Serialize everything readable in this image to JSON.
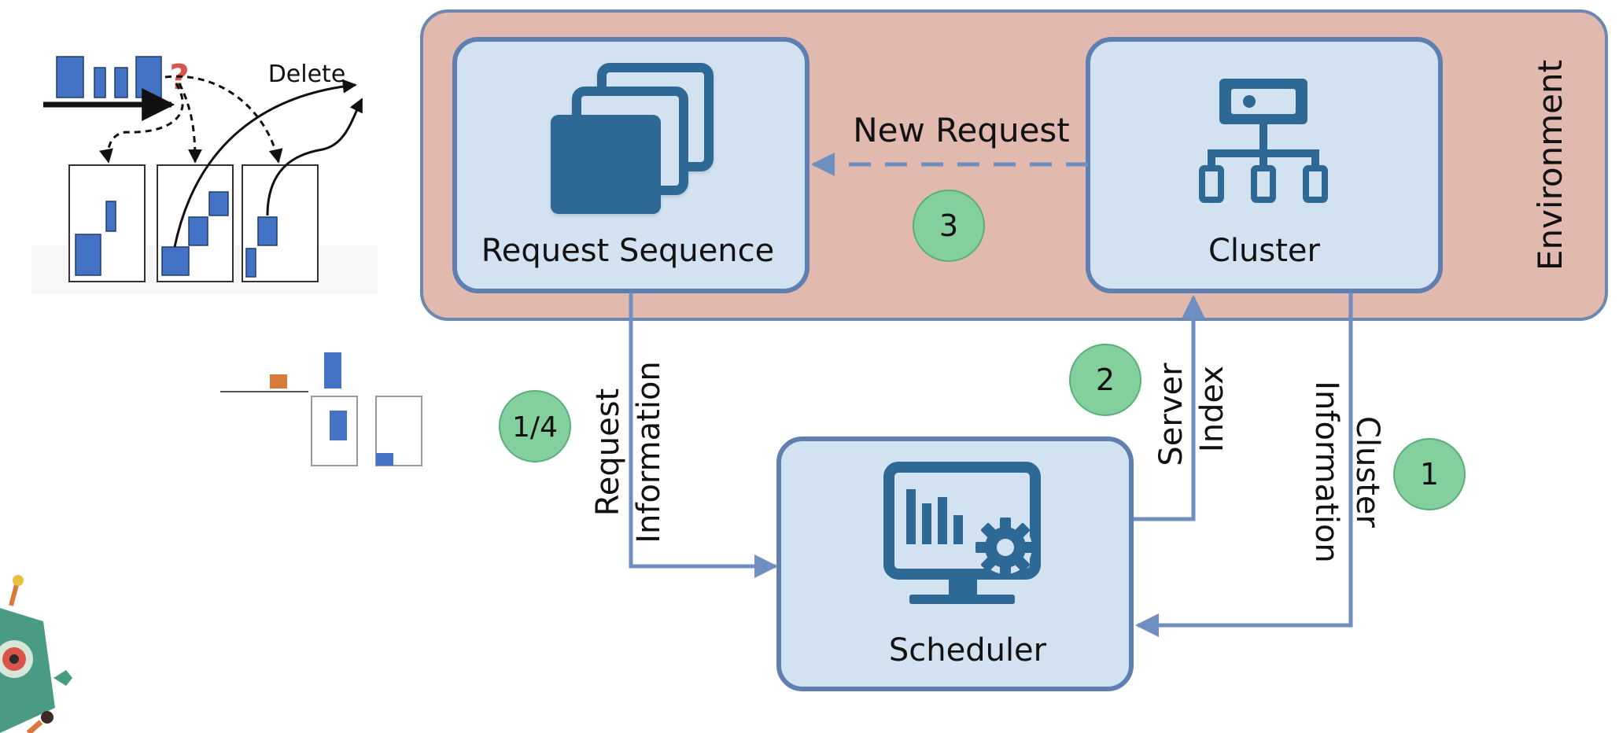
{
  "environment": {
    "label": "Environment"
  },
  "boxes": {
    "request_sequence": {
      "label": "Request Sequence"
    },
    "cluster": {
      "label": "Cluster"
    },
    "scheduler": {
      "label": "Scheduler"
    }
  },
  "arrows": {
    "new_request": {
      "label": "New Request"
    },
    "request_information": {
      "line1": "Request",
      "line2": "Information"
    },
    "server_index": {
      "line1": "Server",
      "line2": "Index"
    },
    "cluster_information": {
      "line1": "Cluster",
      "line2": "Information"
    }
  },
  "steps": {
    "step_1": "1",
    "step_2": "2",
    "step_3": "3",
    "step_1_4": "1/4"
  },
  "inset": {
    "delete_label": "Delete",
    "question_mark": "?"
  },
  "colors": {
    "environment_fill": "#e2b9ae",
    "environment_stroke": "#6e87ae",
    "box_fill": "#d3e2f1",
    "box_stroke": "#5e7fb0",
    "icon_blue": "#2e6895",
    "arrow_blue": "#6e8fbf",
    "badge_green": "#84cf9e",
    "badge_stroke": "#5aae7a",
    "mini_block_blue": "#4472c4",
    "mini_block_orange": "#d97a3d",
    "question_red": "#d9544a",
    "robot_teal": "#4a9b84"
  },
  "icons": {
    "request_sequence_icon": "stacked-squares-icon",
    "cluster_icon": "network-hierarchy-icon",
    "scheduler_icon": "monitor-chart-gear-icon",
    "robot_icon": "robot-icon"
  }
}
